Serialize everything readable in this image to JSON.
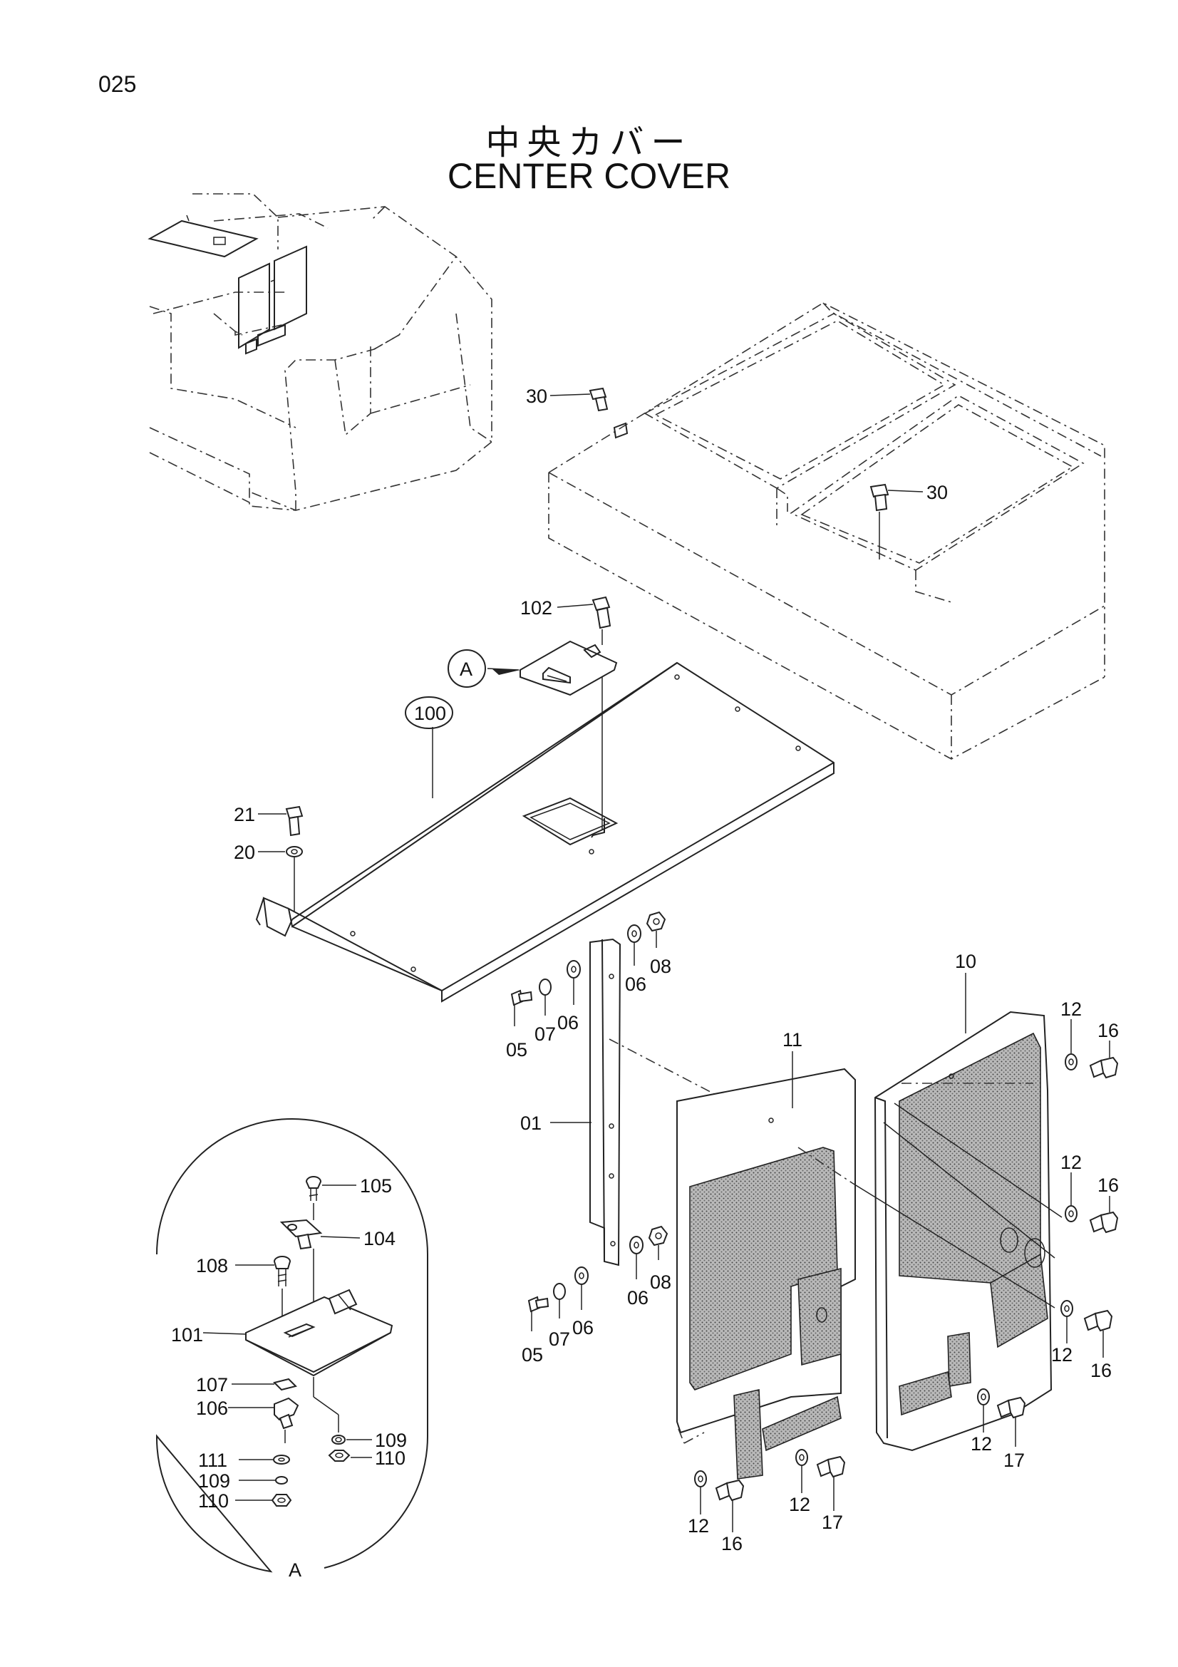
{
  "page_number": "025",
  "title_jp": "中央カバー",
  "title_en": "CENTER COVER",
  "detail_label": "A",
  "callouts": {
    "c30a": "30",
    "c30b": "30",
    "c102": "102",
    "cA": "A",
    "c100": "100",
    "c21": "21",
    "c20": "20",
    "c05a": "05",
    "c07a": "07",
    "c06a": "06",
    "c06b": "06",
    "c08a": "08",
    "c01": "01",
    "c05b": "05",
    "c07b": "07",
    "c06c": "06",
    "c06d": "06",
    "c08b": "08",
    "c11": "11",
    "c10": "10",
    "c12a": "12",
    "c16a": "16",
    "c12b": "12",
    "c16b": "16",
    "c12c": "12",
    "c16c": "16",
    "c12d": "12",
    "c17a": "17",
    "c12e": "12",
    "c16d": "16",
    "c12f": "12",
    "c17b": "17",
    "c105": "105",
    "c104": "104",
    "c108": "108",
    "c101": "101",
    "c107": "107",
    "c106": "106",
    "c109a": "109",
    "c110a": "110",
    "c111": "111",
    "c109b": "109",
    "c110b": "110"
  }
}
